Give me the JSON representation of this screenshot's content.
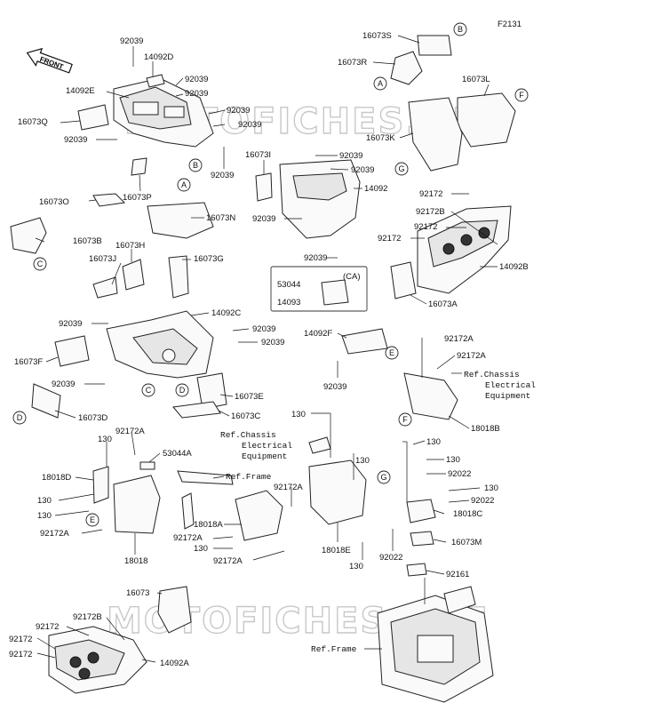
{
  "figure_code": "F2131",
  "front_badge": "FRONT",
  "watermark": "MOTOFICHES.NET",
  "ca_group": {
    "title": "(CA)",
    "parts": [
      "53044",
      "14093"
    ]
  },
  "callout_letters": [
    "A",
    "B",
    "C",
    "D",
    "E",
    "F",
    "G"
  ],
  "part_labels": {
    "p1": "92039",
    "p2": "14092D",
    "p3": "92039",
    "p4": "14092E",
    "p5": "92039",
    "p6": "92039",
    "p7": "16073Q",
    "p8": "92039",
    "p9": "92039",
    "p10": "92039",
    "p11": "16073P",
    "p12": "16073O",
    "p13": "16073N",
    "p14": "16073B",
    "p15": "16073H",
    "p16": "16073J",
    "p17": "16073G",
    "p18": "14092C",
    "p19": "92039",
    "p20": "92039",
    "p21": "92039",
    "p22": "16073F",
    "p23": "92039",
    "p24": "16073E",
    "p25": "16073C",
    "p26": "16073D",
    "p27": "16073S",
    "p28": "16073R",
    "p29": "16073L",
    "p30": "16073K",
    "p31": "16073I",
    "p32": "92039",
    "p33": "92039",
    "p34": "14092",
    "p35": "92039",
    "p36": "92039",
    "p37": "92172",
    "p38": "92172B",
    "p39": "92172",
    "p40": "92172",
    "p41": "14092B",
    "p42": "16073A",
    "p43": "14092F",
    "p44": "92039",
    "p45": "92172A",
    "p46": "92172A",
    "p47": "18018B",
    "p48": "130",
    "p49": "130",
    "p50": "92172A",
    "p51": "53044A",
    "p52": "18018D",
    "p53": "130",
    "p54": "130",
    "p55": "92172A",
    "p56": "18018",
    "p57": "92172A",
    "p58": "18018A",
    "p59": "92172A",
    "p60": "130",
    "p61": "92172A",
    "p62": "18018E",
    "p63": "130",
    "p64": "130",
    "p65": "130",
    "p66": "92022",
    "p67": "130",
    "p68": "92022",
    "p69": "18018C",
    "p70": "16073M",
    "p71": "92022",
    "p72": "92161",
    "p73": "16073",
    "p74": "92172B",
    "p75": "92172",
    "p76": "92172",
    "p77": "92172",
    "p78": "14092A",
    "p79": "130"
  },
  "ref_labels": {
    "r1": [
      "Ref.Chassis",
      "Electrical",
      "Equipment"
    ],
    "r2": [
      "Ref.Chassis",
      "Electrical",
      "Equipment"
    ],
    "r3": "Ref.Frame",
    "r4": "Ref.Frame"
  }
}
